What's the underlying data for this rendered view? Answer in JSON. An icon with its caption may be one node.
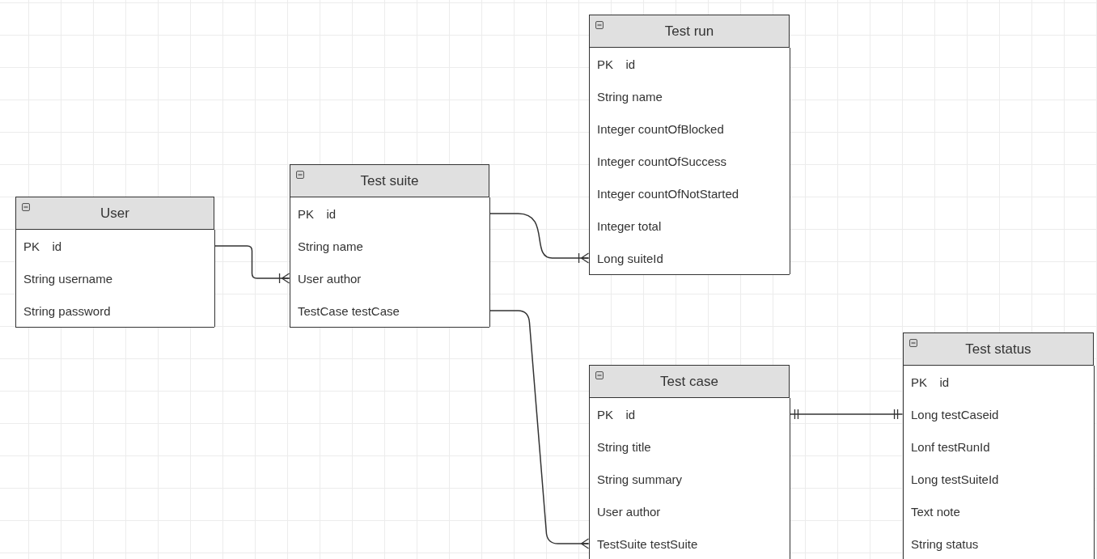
{
  "diagram": {
    "nodes": [
      {
        "text": [
          "User"
        ]
      },
      {
        "text": [
          "PK",
          "id"
        ],
        "in": 0
      },
      {
        "text": [
          "String username"
        ],
        "in": 0
      },
      {
        "text": [
          "String password"
        ],
        "in": 0
      },
      {
        "text": [
          "Test suite"
        ]
      },
      {
        "text": [
          "PK",
          "id"
        ],
        "in": 4
      },
      {
        "text": [
          "String name"
        ],
        "in": 4
      },
      {
        "text": [
          "User author"
        ],
        "in": 4
      },
      {
        "text": [
          "TestCase testCase"
        ],
        "in": 4
      },
      {
        "text": [
          "Test run"
        ]
      },
      {
        "text": [
          "PK",
          "id"
        ],
        "in": 9
      },
      {
        "text": [
          "String name"
        ],
        "in": 9
      },
      {
        "text": [
          "Integer countOfBlocked"
        ],
        "in": 9
      },
      {
        "text": [
          "Integer countOfSuccess"
        ],
        "in": 9
      },
      {
        "text": [
          "Integer countOfNotStarted"
        ],
        "in": 9
      },
      {
        "text": [
          "Integer total"
        ],
        "in": 9
      },
      {
        "text": [
          "Long suiteId"
        ],
        "in": 9
      },
      {
        "text": [
          "Test case"
        ]
      },
      {
        "text": [
          "PK",
          "id"
        ],
        "in": 17
      },
      {
        "text": [
          "String title"
        ],
        "in": 17
      },
      {
        "text": [
          "String summary"
        ],
        "in": 17
      },
      {
        "text": [
          "User author"
        ],
        "in": 17
      },
      {
        "text": [
          "TestSuite testSuite"
        ],
        "in": 17
      },
      {
        "text": [
          "Test status"
        ]
      },
      {
        "text": [
          "PK",
          "id"
        ],
        "in": 23
      },
      {
        "text": [
          "Long testCaseid"
        ],
        "in": 23
      },
      {
        "text": [
          "Lonf testRunId"
        ],
        "in": 23
      },
      {
        "text": [
          "Long testSuiteId"
        ],
        "in": 23
      },
      {
        "text": [
          "Text note"
        ],
        "in": 23
      },
      {
        "text": [
          "String status"
        ],
        "in": 23
      }
    ],
    "edges": [
      {
        "from": 1,
        "to": 7,
        "arrow": "other"
      },
      {
        "from": 5,
        "to": 16,
        "arrow": "other"
      },
      {
        "from": 8,
        "to": 22,
        "arrow": "other"
      },
      {
        "from": 18,
        "to": 25,
        "arrow": "other"
      }
    ]
  }
}
